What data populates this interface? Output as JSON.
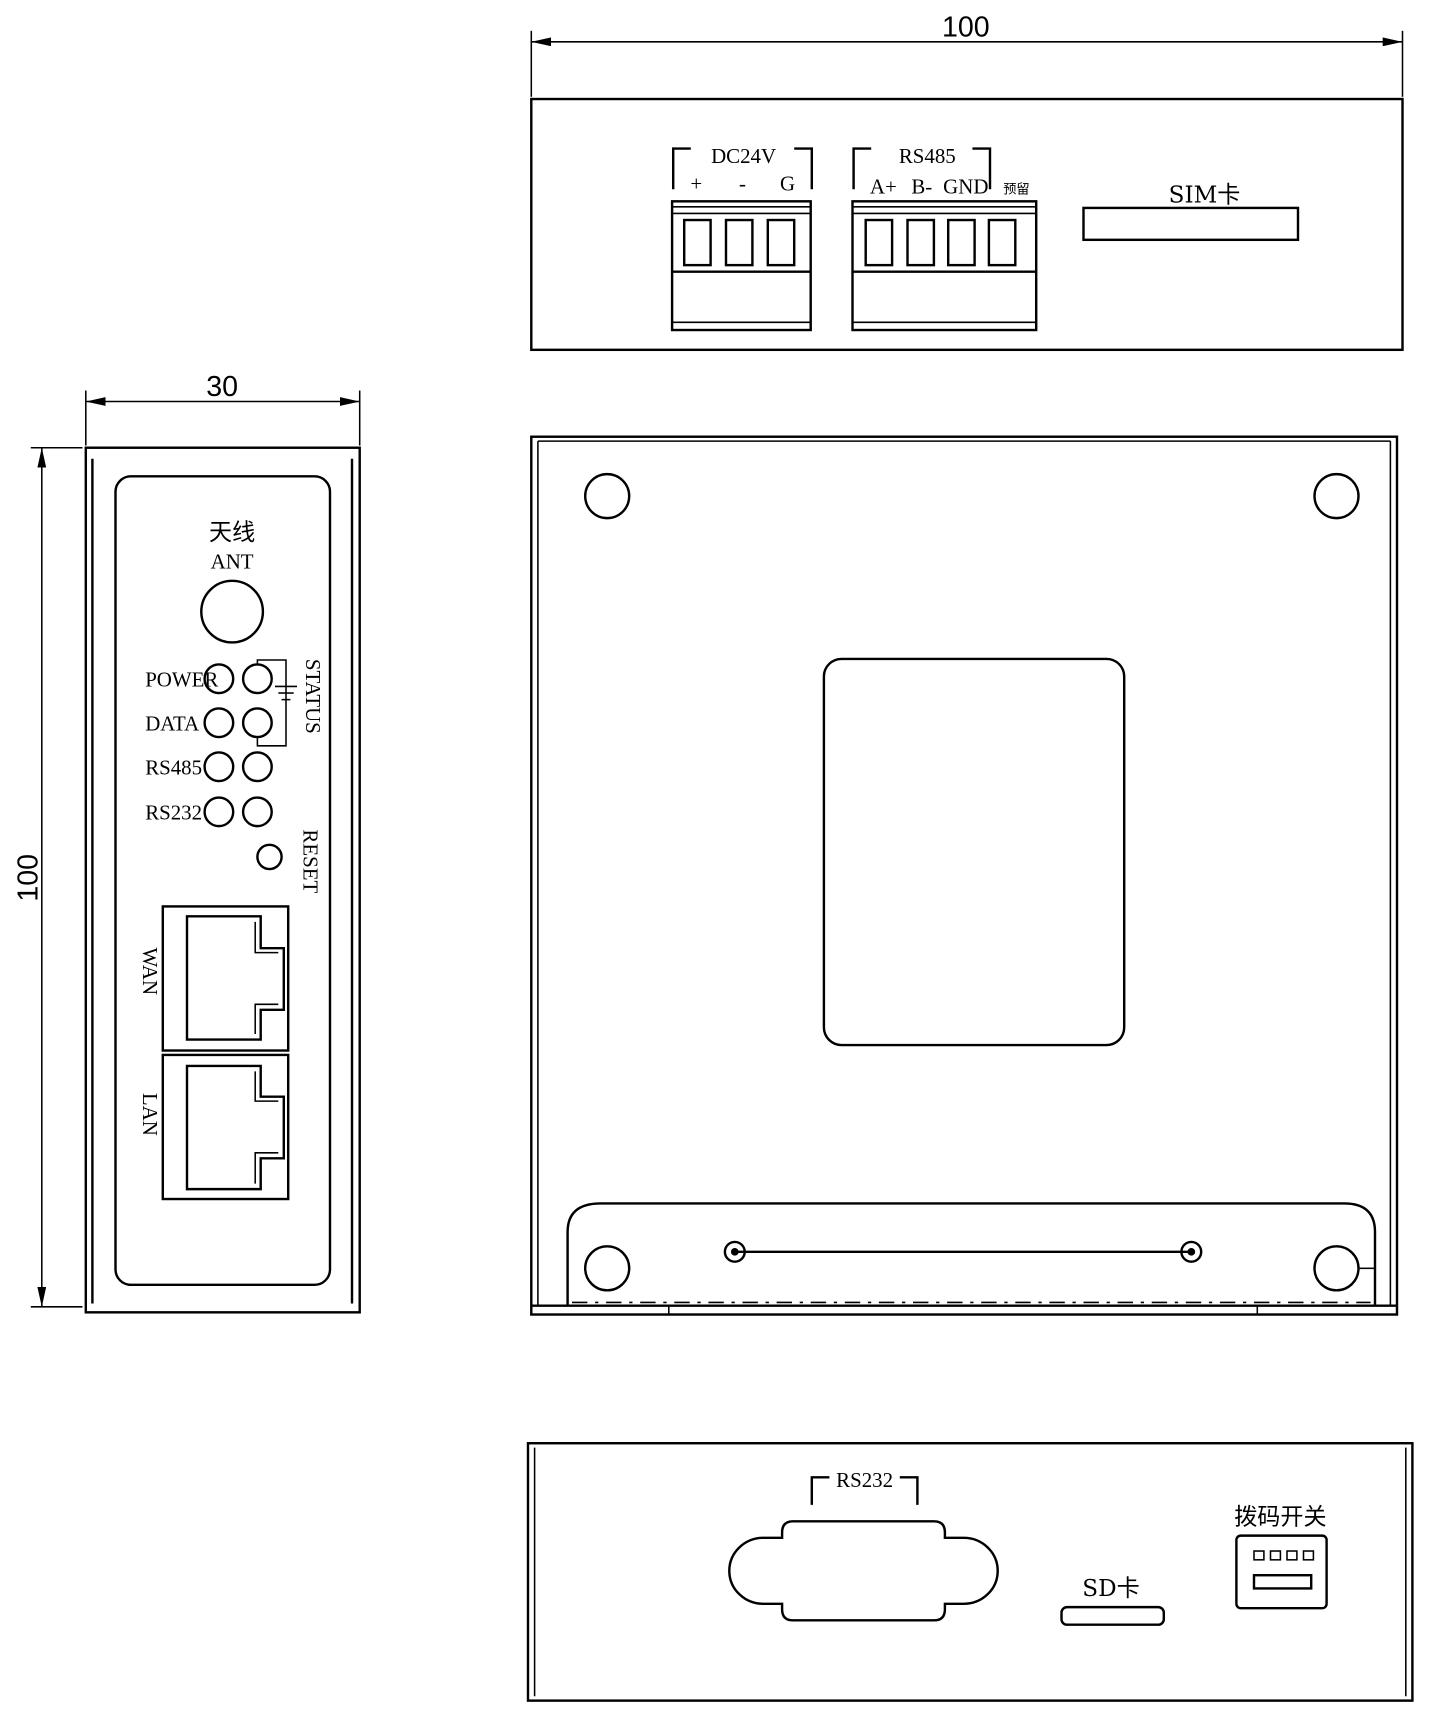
{
  "top_view": {
    "width_dim": "100",
    "power_terminal": {
      "label": "DC24V",
      "pins": [
        "+",
        "-",
        "G"
      ]
    },
    "rs485_terminal": {
      "label": "RS485",
      "pins": [
        "A+",
        "B-",
        "GND"
      ],
      "reserved": "预留"
    },
    "sim_label": "SIM卡"
  },
  "side_view": {
    "width_dim": "30",
    "height_dim": "100",
    "antenna_cn": "天线",
    "antenna_en": "ANT",
    "leds": [
      "POWER",
      "DATA",
      "RS485",
      "RS232"
    ],
    "status": "STATUS",
    "reset": "RESET",
    "wan": "WAN",
    "lan": "LAN"
  },
  "bottom_view": {
    "rs232": "RS232",
    "sd": "SD卡",
    "dip_switch": "拨码开关"
  }
}
